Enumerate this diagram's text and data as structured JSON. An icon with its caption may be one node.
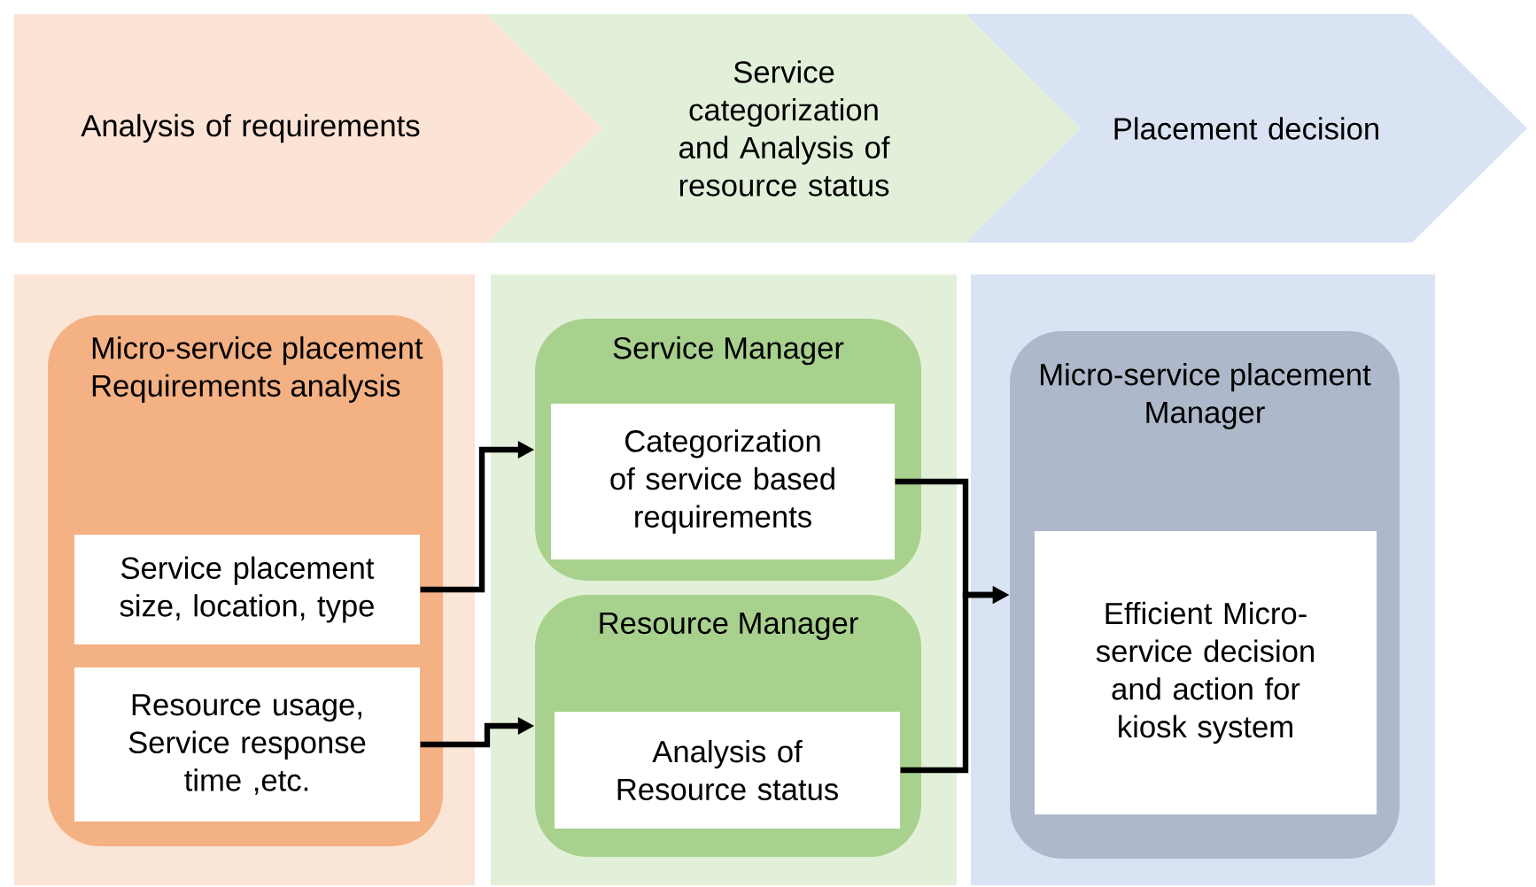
{
  "diagram": {
    "nodes": [
      {
        "text": [
          "Analysis of requirements"
        ]
      },
      {
        "text": [
          "Service categorization and Analysis of resource status"
        ]
      },
      {
        "text": [
          "Placement decision"
        ]
      },
      {
        "text": [],
        "shape": "box"
      },
      {
        "text": [],
        "shape": "box"
      },
      {
        "text": [],
        "shape": "box"
      },
      {
        "text": [
          "Micro-service placement Requirements analysis"
        ],
        "in": 3
      },
      {
        "text": [
          "Service placement size, location, type"
        ],
        "in": 6
      },
      {
        "text": [
          "Resource usage, Service response time ,etc."
        ],
        "in": 6
      },
      {
        "text": [
          "Service Manager"
        ],
        "in": 4
      },
      {
        "text": [
          "Categorization of service based requirements"
        ],
        "in": 9
      },
      {
        "text": [
          "Resource Manager"
        ],
        "in": 4
      },
      {
        "text": [
          "Analysis of Resource status"
        ],
        "in": 11
      },
      {
        "text": [
          "Micro-service placement Manager"
        ],
        "in": 5
      },
      {
        "text": [
          "Efficient Micro-service decision and action for kiosk system"
        ],
        "in": 13
      }
    ],
    "edges": [
      {
        "from": 7,
        "to": 9,
        "arrow": "to"
      },
      {
        "from": 8,
        "to": 11,
        "arrow": "to"
      },
      {
        "from": 10,
        "to": 13,
        "arrow": "to"
      },
      {
        "from": 12,
        "to": 13,
        "arrow": "to"
      }
    ]
  }
}
